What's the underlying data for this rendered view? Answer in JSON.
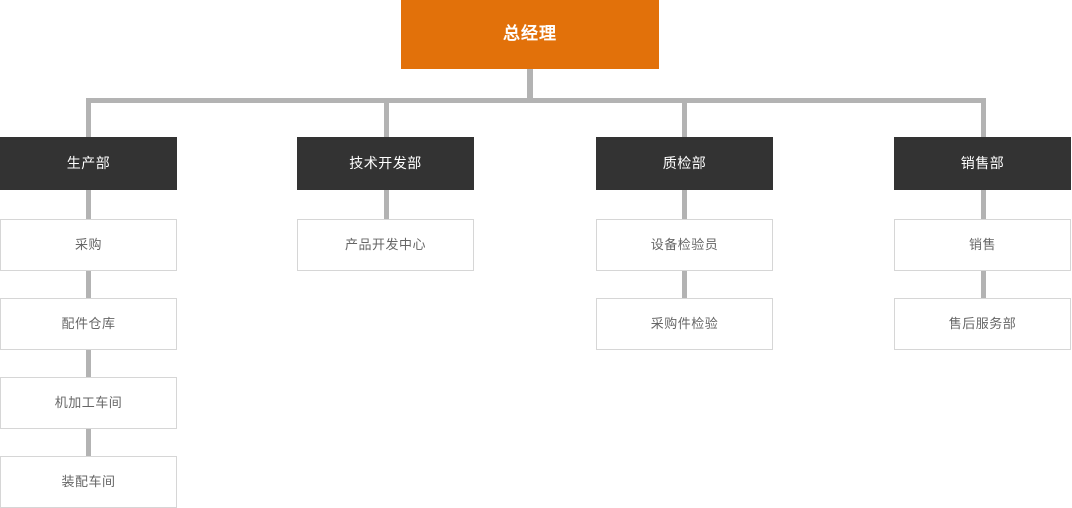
{
  "chart": {
    "title_node": {
      "label": "总经理",
      "color": "#e2710a",
      "text_color": "#ffffff"
    },
    "departments": [
      {
        "label": "生产部",
        "color": "#333333",
        "children": [
          {
            "label": "采购"
          },
          {
            "label": "配件仓库"
          },
          {
            "label": "机加工车间"
          },
          {
            "label": "装配车间"
          }
        ]
      },
      {
        "label": "技术开发部",
        "color": "#333333",
        "children": [
          {
            "label": "产品开发中心"
          }
        ]
      },
      {
        "label": "质检部",
        "color": "#333333",
        "children": [
          {
            "label": "设备检验员"
          },
          {
            "label": "采购件检验"
          }
        ]
      },
      {
        "label": "销售部",
        "color": "#333333",
        "children": [
          {
            "label": "销售"
          },
          {
            "label": "售后服务部"
          }
        ]
      }
    ],
    "connector_color": "#b3b3b3",
    "sub_border_color": "#d6d6d6",
    "sub_text_color": "#666666"
  }
}
